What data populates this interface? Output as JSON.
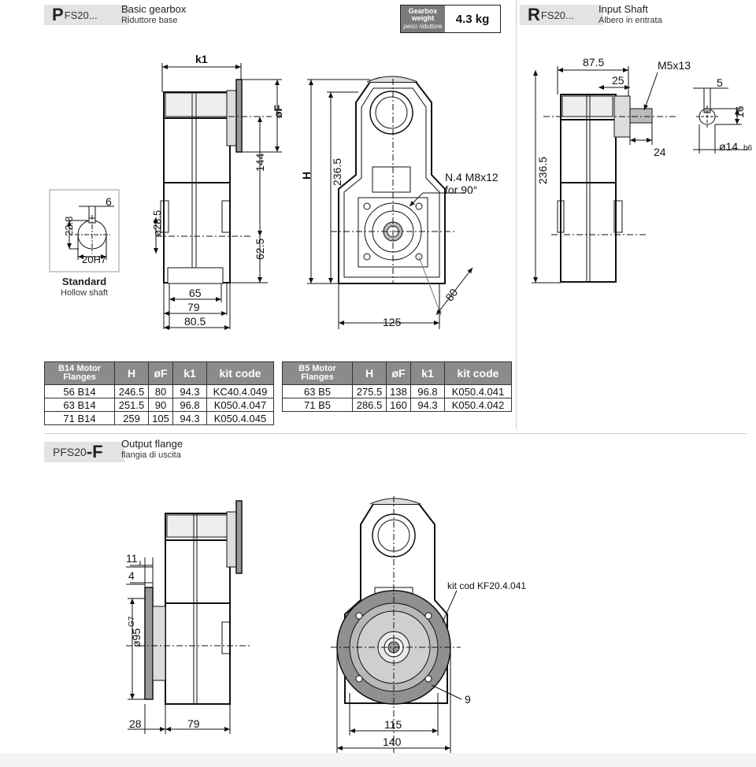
{
  "sections": {
    "basic": {
      "letter": "P",
      "code": "FS20...",
      "title": "Basic gearbox",
      "subtitle": "Riduttore base"
    },
    "input": {
      "letter": "R",
      "code": "FS20...",
      "title": "Input Shaft",
      "subtitle": "Albero in entrata"
    },
    "output": {
      "prefix": "PFS20",
      "letter": "-F",
      "title": "Output flange",
      "subtitle": "flangia di uscita"
    }
  },
  "weight": {
    "label": "Gearbox weight",
    "label_it": "peso riduttore",
    "value": "4.3 kg"
  },
  "hollow_shaft": {
    "title": "Standard",
    "subtitle": "Hollow shaft"
  },
  "dimensions": {
    "k1": "k1",
    "phiF": "øF",
    "d144": "144",
    "H": "H",
    "d236": "236.5",
    "d28": "ø28.5",
    "d22": "22.8",
    "d6": "6",
    "d20": "20H7",
    "d62": "62.5",
    "d65": "65",
    "d79": "79",
    "d80_5": "80.5",
    "d125": "125",
    "d80": "80",
    "holes": "N.4 M8x12",
    "holes2": "for 90°",
    "d87": "87.5",
    "d25": "25",
    "m5": "M5x13",
    "d5": "5",
    "d16": "16",
    "d24": "24",
    "d14": "ø14",
    "h6": "h6",
    "d236b": "236.5",
    "d11": "11",
    "d4": "4",
    "d95": "ø95",
    "g7": "G7",
    "d28b": "28",
    "d79b": "79",
    "kit": "kit cod KF20.4.041",
    "d9": "9",
    "d115": "115",
    "d140": "140"
  },
  "table_b14": {
    "headers": [
      "B14 Motor Flanges",
      "H",
      "øF",
      "k1",
      "kit code"
    ],
    "rows": [
      [
        "56 B14",
        "246.5",
        "80",
        "94.3",
        "KC40.4.049"
      ],
      [
        "63 B14",
        "251.5",
        "90",
        "96.8",
        "K050.4.047"
      ],
      [
        "71 B14",
        "259",
        "105",
        "94.3",
        "K050.4.045"
      ]
    ]
  },
  "table_b5": {
    "headers": [
      "B5 Motor Flanges",
      "H",
      "øF",
      "k1",
      "kit code"
    ],
    "rows": [
      [
        "63 B5",
        "275.5",
        "138",
        "96.8",
        "K050.4.041"
      ],
      [
        "71 B5",
        "286.5",
        "160",
        "94.3",
        "K050.4.042"
      ]
    ]
  }
}
